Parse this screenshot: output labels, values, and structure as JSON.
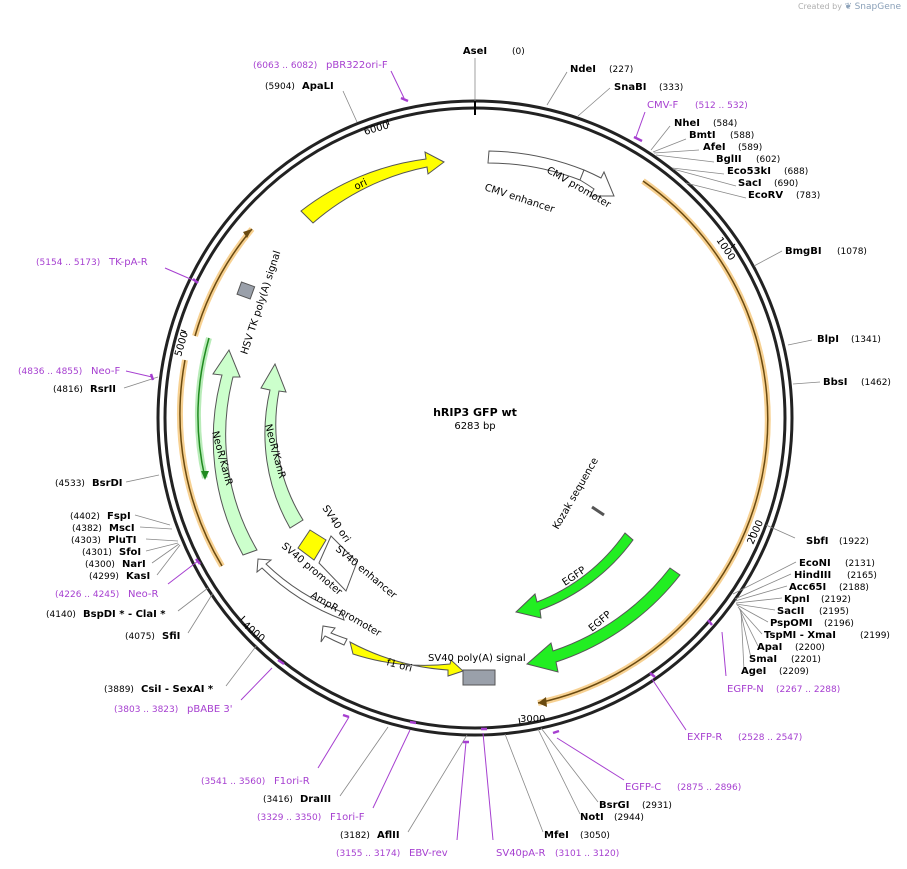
{
  "credit": {
    "prefix": "Created by",
    "brand": "SnapGene"
  },
  "plasmid": {
    "name": "hRIP3 GFP wt",
    "length": 6283,
    "length_label": "6283 bp"
  },
  "ticks": [
    "1000",
    "2000",
    "3000",
    "4000",
    "5000",
    "6000"
  ],
  "sites": [
    {
      "name": "AseI",
      "pos": 0,
      "pos_label": "(0)"
    },
    {
      "name": "NdeI",
      "pos": 227,
      "pos_label": "(227)"
    },
    {
      "name": "SnaBI",
      "pos": 333,
      "pos_label": "(333)"
    },
    {
      "name": "NheI",
      "pos": 584,
      "pos_label": "(584)"
    },
    {
      "name": "BmtI",
      "pos": 588,
      "pos_label": "(588)"
    },
    {
      "name": "AfeI",
      "pos": 589,
      "pos_label": "(589)"
    },
    {
      "name": "BglII",
      "pos": 602,
      "pos_label": "(602)"
    },
    {
      "name": "Eco53kI",
      "pos": 688,
      "pos_label": "(688)"
    },
    {
      "name": "SacI",
      "pos": 690,
      "pos_label": "(690)"
    },
    {
      "name": "EcoRV",
      "pos": 783,
      "pos_label": "(783)"
    },
    {
      "name": "BmgBI",
      "pos": 1078,
      "pos_label": "(1078)"
    },
    {
      "name": "BlpI",
      "pos": 1341,
      "pos_label": "(1341)"
    },
    {
      "name": "BbsI",
      "pos": 1462,
      "pos_label": "(1462)"
    },
    {
      "name": "SbfI",
      "pos": 1922,
      "pos_label": "(1922)"
    },
    {
      "name": "EcoNI",
      "pos": 2131,
      "pos_label": "(2131)"
    },
    {
      "name": "HindIII",
      "pos": 2165,
      "pos_label": "(2165)"
    },
    {
      "name": "Acc65I",
      "pos": 2188,
      "pos_label": "(2188)"
    },
    {
      "name": "KpnI",
      "pos": 2192,
      "pos_label": "(2192)"
    },
    {
      "name": "SacII",
      "pos": 2195,
      "pos_label": "(2195)"
    },
    {
      "name": "PspOMI",
      "pos": 2196,
      "pos_label": "(2196)"
    },
    {
      "name": "TspMI - XmaI",
      "pos": 2199,
      "pos_label": "(2199)"
    },
    {
      "name": "ApaI",
      "pos": 2200,
      "pos_label": "(2200)"
    },
    {
      "name": "SmaI",
      "pos": 2201,
      "pos_label": "(2201)"
    },
    {
      "name": "AgeI",
      "pos": 2209,
      "pos_label": "(2209)"
    },
    {
      "name": "BsrGI",
      "pos": 2931,
      "pos_label": "(2931)"
    },
    {
      "name": "NotI",
      "pos": 2944,
      "pos_label": "(2944)"
    },
    {
      "name": "MfeI",
      "pos": 3050,
      "pos_label": "(3050)"
    },
    {
      "name": "AflII",
      "pos": 3182,
      "pos_label": "(3182)"
    },
    {
      "name": "DraIII",
      "pos": 3416,
      "pos_label": "(3416)"
    },
    {
      "name": "CsiI - SexAI *",
      "pos": 3889,
      "pos_label": "(3889)"
    },
    {
      "name": "SfiI",
      "pos": 4075,
      "pos_label": "(4075)"
    },
    {
      "name": "BspDI * - ClaI *",
      "pos": 4140,
      "pos_label": "(4140)"
    },
    {
      "name": "KasI",
      "pos": 4299,
      "pos_label": "(4299)"
    },
    {
      "name": "NarI",
      "pos": 4300,
      "pos_label": "(4300)"
    },
    {
      "name": "SfoI",
      "pos": 4301,
      "pos_label": "(4301)"
    },
    {
      "name": "PluTI",
      "pos": 4303,
      "pos_label": "(4303)"
    },
    {
      "name": "MscI",
      "pos": 4382,
      "pos_label": "(4382)"
    },
    {
      "name": "FspI",
      "pos": 4402,
      "pos_label": "(4402)"
    },
    {
      "name": "BsrDI",
      "pos": 4533,
      "pos_label": "(4533)"
    },
    {
      "name": "RsrII",
      "pos": 4816,
      "pos_label": "(4816)"
    },
    {
      "name": "ApaLI",
      "pos": 5904,
      "pos_label": "(5904)"
    }
  ],
  "primers": [
    {
      "name": "pBR322ori-F",
      "range": "(6063 .. 6082)"
    },
    {
      "name": "CMV-F",
      "range": "(512 .. 532)"
    },
    {
      "name": "TK-pA-R",
      "range": "(5154 .. 5173)"
    },
    {
      "name": "Neo-F",
      "range": "(4836 .. 4855)"
    },
    {
      "name": "Neo-R",
      "range": "(4226 .. 4245)"
    },
    {
      "name": "pBABE 3'",
      "range": "(3803 .. 3823)"
    },
    {
      "name": "F1ori-R",
      "range": "(3541 .. 3560)"
    },
    {
      "name": "F1ori-F",
      "range": "(3329 .. 3350)"
    },
    {
      "name": "EBV-rev",
      "range": "(3155 .. 3174)"
    },
    {
      "name": "SV40pA-R",
      "range": "(3101 .. 3120)"
    },
    {
      "name": "EGFP-C",
      "range": "(2875 .. 2896)"
    },
    {
      "name": "EXFP-R",
      "range": "(2528 .. 2547)"
    },
    {
      "name": "EGFP-N",
      "range": "(2267 .. 2288)"
    }
  ],
  "features": [
    {
      "name": "CMV enhancer",
      "color": "#ffffff"
    },
    {
      "name": "CMV promoter",
      "color": "#ffffff"
    },
    {
      "name": "ori",
      "color": "#ffff00"
    },
    {
      "name": "HSV TK poly(A) signal",
      "color": "#9aa0aa"
    },
    {
      "name": "NeoR/KanR",
      "color": "#ccffcc"
    },
    {
      "name": "NeoR/KanR",
      "color": "#ccffcc"
    },
    {
      "name": "SV40 ori",
      "color": "#ffff00"
    },
    {
      "name": "SV40 enhancer",
      "color": "#ffffff"
    },
    {
      "name": "SV40 promoter",
      "color": "#ffffff"
    },
    {
      "name": "AmpR promoter",
      "color": "#ffffff"
    },
    {
      "name": "f1 ori",
      "color": "#ffff00"
    },
    {
      "name": "SV40 poly(A) signal",
      "color": "#9aa0aa"
    },
    {
      "name": "EGFP",
      "color": "#22ee22"
    },
    {
      "name": "EGFP",
      "color": "#22ee22"
    },
    {
      "name": "Kozak sequence",
      "color": "#ffffff"
    }
  ],
  "colors": {
    "primer": "#a63fd0",
    "orf_orange": "#f2b24a",
    "orf_green": "#1f8a1f",
    "backbone": "#222222"
  }
}
